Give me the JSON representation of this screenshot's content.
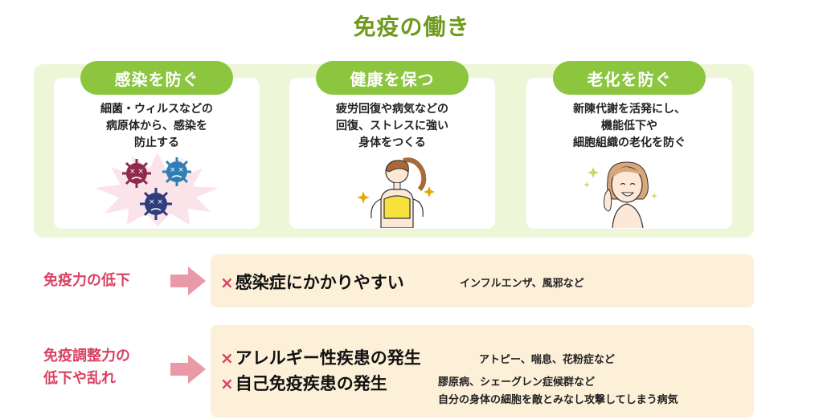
{
  "title": "免疫の働き",
  "functions": [
    {
      "label": "感染を防ぐ",
      "lines": [
        "細菌・ウィルスなどの",
        "病原体から、感染を",
        "防止する"
      ],
      "icon": "virus-icon"
    },
    {
      "label": "健康を保つ",
      "lines": [
        "疲労回復や病気などの",
        "回復、ストレスに強い",
        "身体をつくる"
      ],
      "icon": "healthy-woman-icon"
    },
    {
      "label": "老化を防ぐ",
      "lines": [
        "新陳代謝を活発にし、",
        "機能低下や",
        "細胞組織の老化を防ぐ"
      ],
      "icon": "smiling-woman-icon"
    }
  ],
  "effects": [
    {
      "label": "免疫力の低下",
      "items": [
        {
          "cross": "×",
          "text": "感染症にかかりやすい",
          "examples": [
            "インフルエンザ、風邪など"
          ]
        }
      ]
    },
    {
      "label_lines": [
        "免疫調整力の",
        "低下や乱れ"
      ],
      "items": [
        {
          "cross": "×",
          "text": "アレルギー性疾患の発生",
          "examples": [
            "アトピー、喘息、花粉症など"
          ]
        },
        {
          "cross": "×",
          "text": "自己免疫疾患の発生",
          "examples": [
            "膠原病、シェーグレン症候群など",
            "自分の身体の細胞を敵とみなし攻撃してしまう病気"
          ]
        }
      ]
    }
  ],
  "colors": {
    "title": "#6f9a1f",
    "pill": "#8cc63f",
    "panel": "#eef6d8",
    "effect_label": "#d94262",
    "effect_box": "#fdf0d8",
    "arrow": "#ea9aa7"
  }
}
